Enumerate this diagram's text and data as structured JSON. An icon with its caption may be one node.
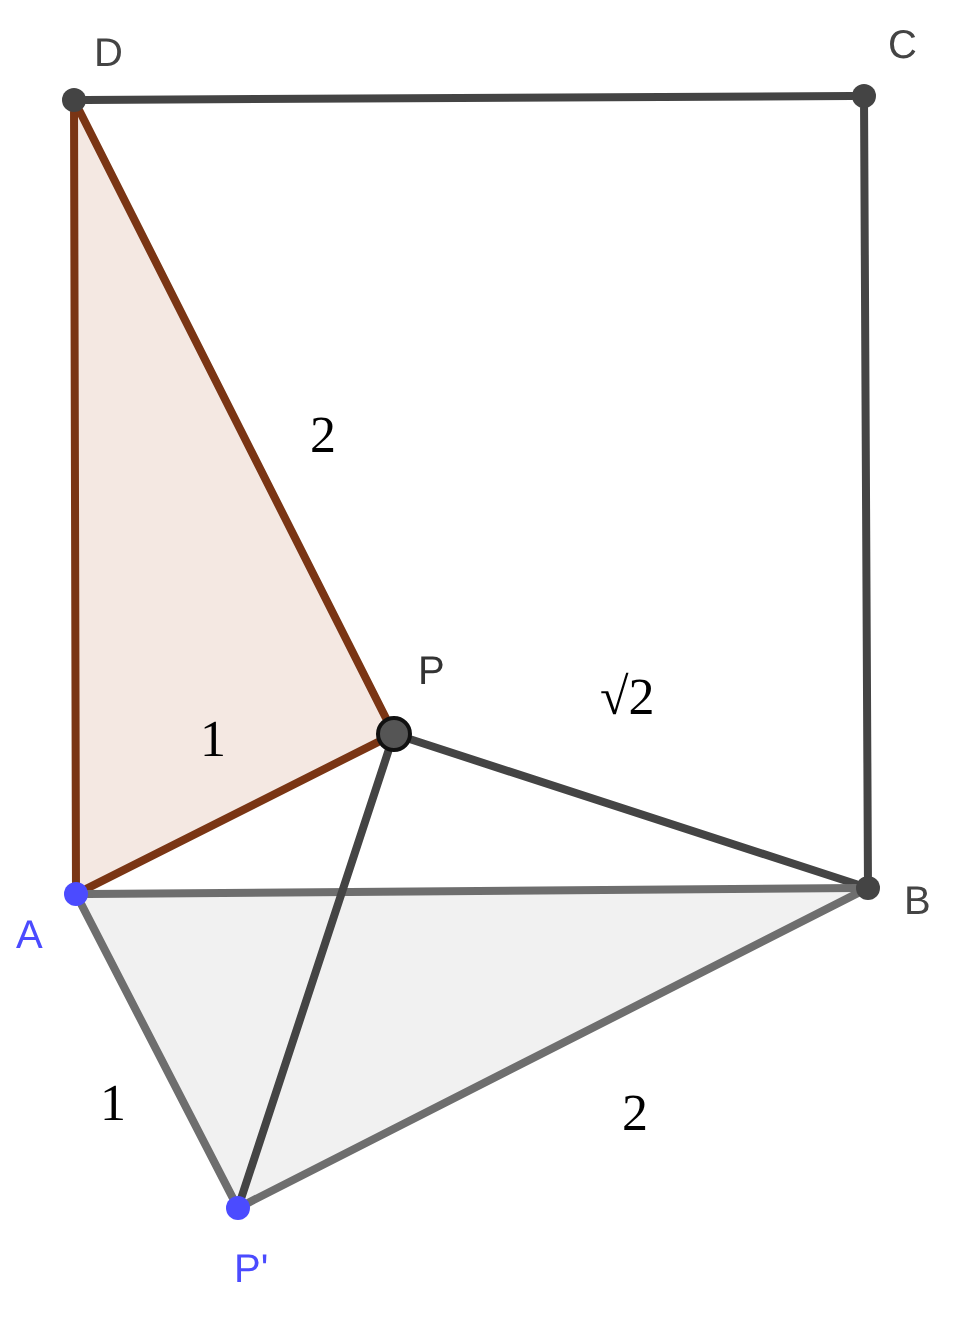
{
  "diagram": {
    "nodes": [
      {
        "text": [
          "D"
        ]
      },
      {
        "text": [
          "C"
        ]
      },
      {
        "text": [
          "P"
        ]
      },
      {
        "text": [
          "A"
        ]
      },
      {
        "text": [
          "B"
        ]
      },
      {
        "text": [
          "P'"
        ]
      }
    ],
    "edges": [
      {
        "from": 0,
        "to": 1,
        "arrow": "none"
      },
      {
        "from": 1,
        "to": 4,
        "arrow": "none"
      },
      {
        "from": 0,
        "to": 3,
        "arrow": "none",
        "color": "#7a3514"
      },
      {
        "from": 0,
        "to": 2,
        "arrow": "none",
        "color": "#7a3514"
      },
      {
        "from": 3,
        "to": 2,
        "arrow": "none",
        "color": "#7a3514"
      },
      {
        "from": 2,
        "to": 4,
        "arrow": "none"
      },
      {
        "from": 3,
        "to": 4,
        "arrow": "none",
        "color": "#6e6e6e"
      },
      {
        "from": 3,
        "to": 5,
        "arrow": "none",
        "color": "#6e6e6e"
      },
      {
        "from": 5,
        "to": 4,
        "arrow": "none",
        "color": "#6e6e6e"
      },
      {
        "from": 2,
        "to": 5,
        "arrow": "none"
      }
    ],
    "labels": [
      "2",
      "√2",
      "1",
      "1",
      "2"
    ]
  }
}
